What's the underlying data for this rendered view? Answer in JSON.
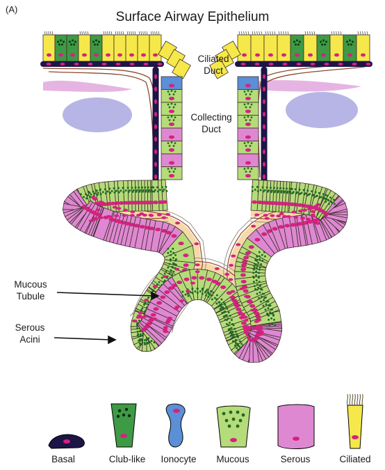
{
  "panel": {
    "tag": "(A)",
    "title": "Surface Airway Epithelium"
  },
  "labels": {
    "ciliated_duct": [
      "Ciliated",
      "Duct"
    ],
    "collecting_duct": [
      "Collecting",
      "Duct"
    ],
    "mucous_tubule": [
      "Mucous",
      "Tubule"
    ],
    "serous_acini": [
      "Serous",
      "Acini"
    ]
  },
  "legend": [
    {
      "key": "basal",
      "label": "Basal",
      "color": "#1d1546"
    },
    {
      "key": "club-like",
      "label": "Club-like",
      "color": "#3f9a45"
    },
    {
      "key": "ionocyte",
      "label": "Ionocyte",
      "color": "#5b8fd6"
    },
    {
      "key": "mucous",
      "label": "Mucous",
      "color": "#b6db7a"
    },
    {
      "key": "serous",
      "label": "Serous",
      "color": "#df88d2"
    },
    {
      "key": "ciliated",
      "label": "Ciliated",
      "color": "#f6e84a"
    }
  ],
  "colors": {
    "nucleus": "#d4237f",
    "granule": "#1f6b24",
    "stroma": "#f6d9a8",
    "membrane": "#8b4a2d",
    "submucosa_blob": "#b7b5e6",
    "pink_band": "#e6b4e2"
  }
}
